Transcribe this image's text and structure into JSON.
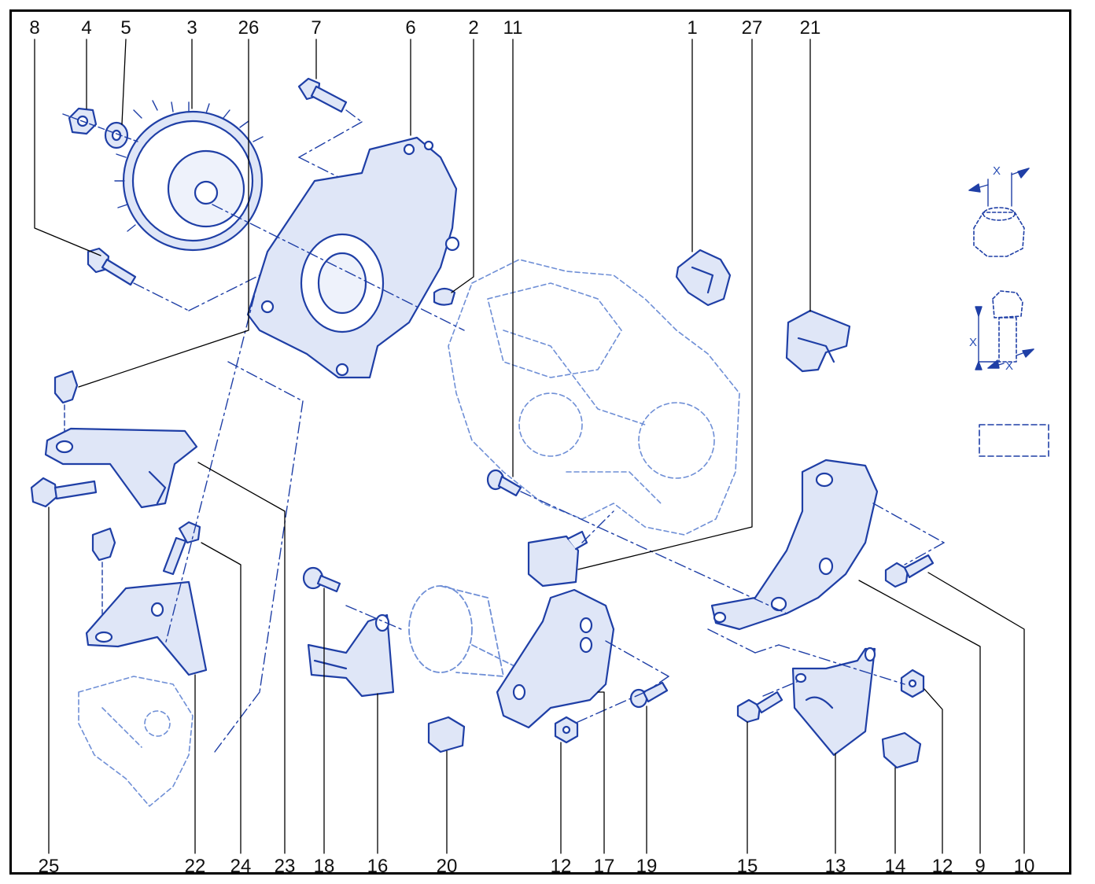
{
  "colors": {
    "ink": "#1f3fa6",
    "fill": "#dfe6f7",
    "ghost": "#6f8fd6",
    "label": "#111111",
    "frame": "#000000"
  },
  "top_labels": [
    "8",
    "4",
    "5",
    "3",
    "26",
    "7",
    "6",
    "2",
    "11",
    "1",
    "27",
    "21"
  ],
  "bottom_labels": [
    "25",
    "22",
    "24",
    "23",
    "18",
    "16",
    "20",
    "12",
    "17",
    "19",
    "15",
    "13",
    "14",
    "12",
    "9",
    "10"
  ],
  "legend": {
    "dimension_symbol": "X"
  }
}
